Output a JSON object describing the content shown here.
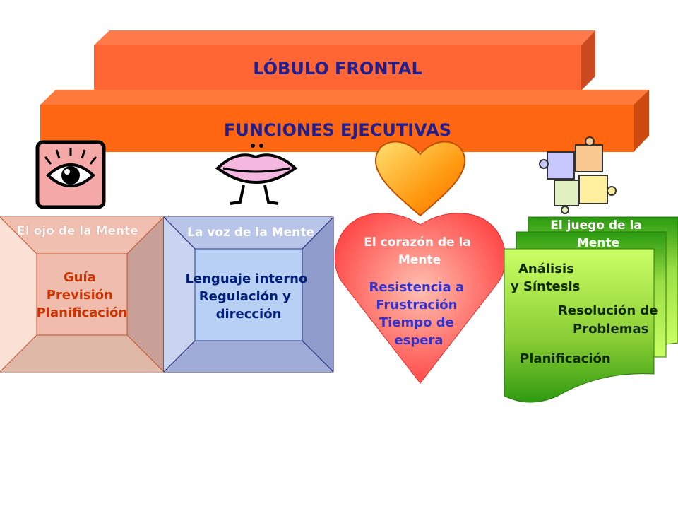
{
  "banners": {
    "top": "LÓBULO FRONTAL",
    "bottom": "FUNCIONES EJECUTIVAS"
  },
  "colors": {
    "banner": "#ff6633",
    "banner_title": "#1f1f8f",
    "eye_text": "#cc3300",
    "voice_text": "#001f7a",
    "heart_text": "#3333cc",
    "game_text": "#0f2a00"
  },
  "cards": {
    "eye": {
      "title": "El ojo de la Mente",
      "lines": [
        "Guía",
        "Previsión",
        "Planificación"
      ],
      "icon": "eye-icon"
    },
    "voice": {
      "title": "La voz de la Mente",
      "lines": [
        "Lenguaje interno",
        "Regulación y",
        "dirección"
      ],
      "icon": "lips-icon"
    },
    "heart": {
      "title_lines": [
        "El corazón de la",
        "Mente"
      ],
      "lines": [
        "Resistencia a",
        "Frustración",
        "Tiempo de",
        "espera"
      ],
      "icon": "heart-icon"
    },
    "game": {
      "title_lines": [
        "El juego de la",
        "Mente"
      ],
      "items": [
        "Análisis",
        "y Síntesis",
        "Resolución de",
        "Problemas",
        "Planificación"
      ],
      "icon": "puzzle-icon"
    }
  }
}
